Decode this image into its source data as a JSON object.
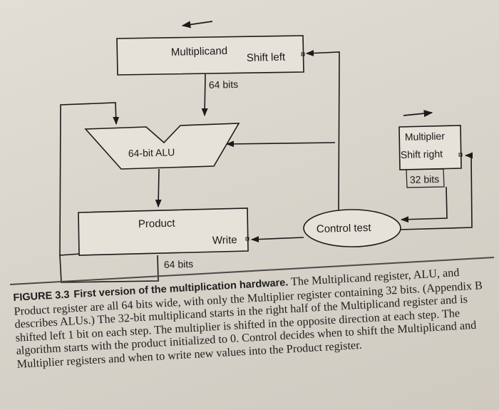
{
  "blocks": {
    "multiplicand": {
      "name": "Multiplicand",
      "action": "Shift left"
    },
    "alu": {
      "name": "64-bit ALU"
    },
    "product": {
      "name": "Product",
      "action": "Write"
    },
    "multiplier": {
      "name": "Multiplier",
      "action": "Shift right"
    },
    "control": {
      "name": "Control test"
    }
  },
  "widths": {
    "multiplicand": "64 bits",
    "multiplier": "32 bits",
    "product": "64 bits"
  },
  "caption": {
    "label": "FIGURE 3.3",
    "title": "First version of the multiplication hardware.",
    "body": "The Multiplicand register, ALU, and Product register are all 64 bits wide, with only the Multiplier register containing 32 bits. (Appendix B describes ALUs.) The 32-bit multiplicand starts in the right half of the Multiplicand register and is shifted left 1 bit on each step. The multiplier is shifted in the opposite direction at each step. The algorithm starts with the product initialized to 0. Control decides when to shift the Multiplicand and Multiplier registers and when to write new values into the Product register."
  },
  "colors": {
    "ink": "#1a1a1a",
    "paper": "#e0dcd3",
    "box_fill": "#e6e2da"
  }
}
